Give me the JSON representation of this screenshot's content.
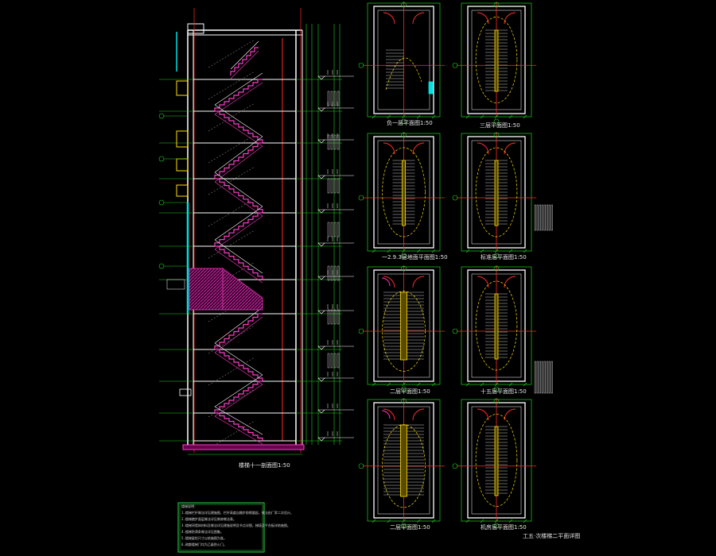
{
  "colors": {
    "background": "#000000",
    "wall": "#ffffff",
    "grid_red": "#ff2a2a",
    "dim_green": "#1fd21f",
    "stair_magenta": "#ff3cc8",
    "hatch_magenta": "#cc2fa0",
    "cyan": "#00e0e0",
    "yellow": "#ffe000",
    "notes_border": "#2fd64a"
  },
  "section_title": "楼梯十一剖面图1:50",
  "plan_titles": [
    "负一层平面图1:50",
    "三层平面图1:50",
    "一2.9.3层地面平面图1:50",
    "标准层平面图1:50",
    "二层平面图1:50",
    "十五层平面图1:50",
    "二层平面图1:50",
    "机房层平面图1:50"
  ],
  "sheet_caption": "工五·次楼梯二平面详图",
  "notes": {
    "title": "楼梯说明：",
    "lines": [
      "1.楼梯栏杆做法详见建施图，栏杆高度自踏步前缘量起，做法由厂家二次设计。",
      "2.楼梯踏步面层做法详见装修做法表。",
      "3.楼梯间墙体材料及做法详见建施说明及节点详图，梯段及平台板详结施图。",
      "4.楼梯防滑条做法详见图集。",
      "5.楼梯梁柱尺寸以结施图为准。",
      "6.疏散楼梯门均为乙级防火门。"
    ]
  }
}
